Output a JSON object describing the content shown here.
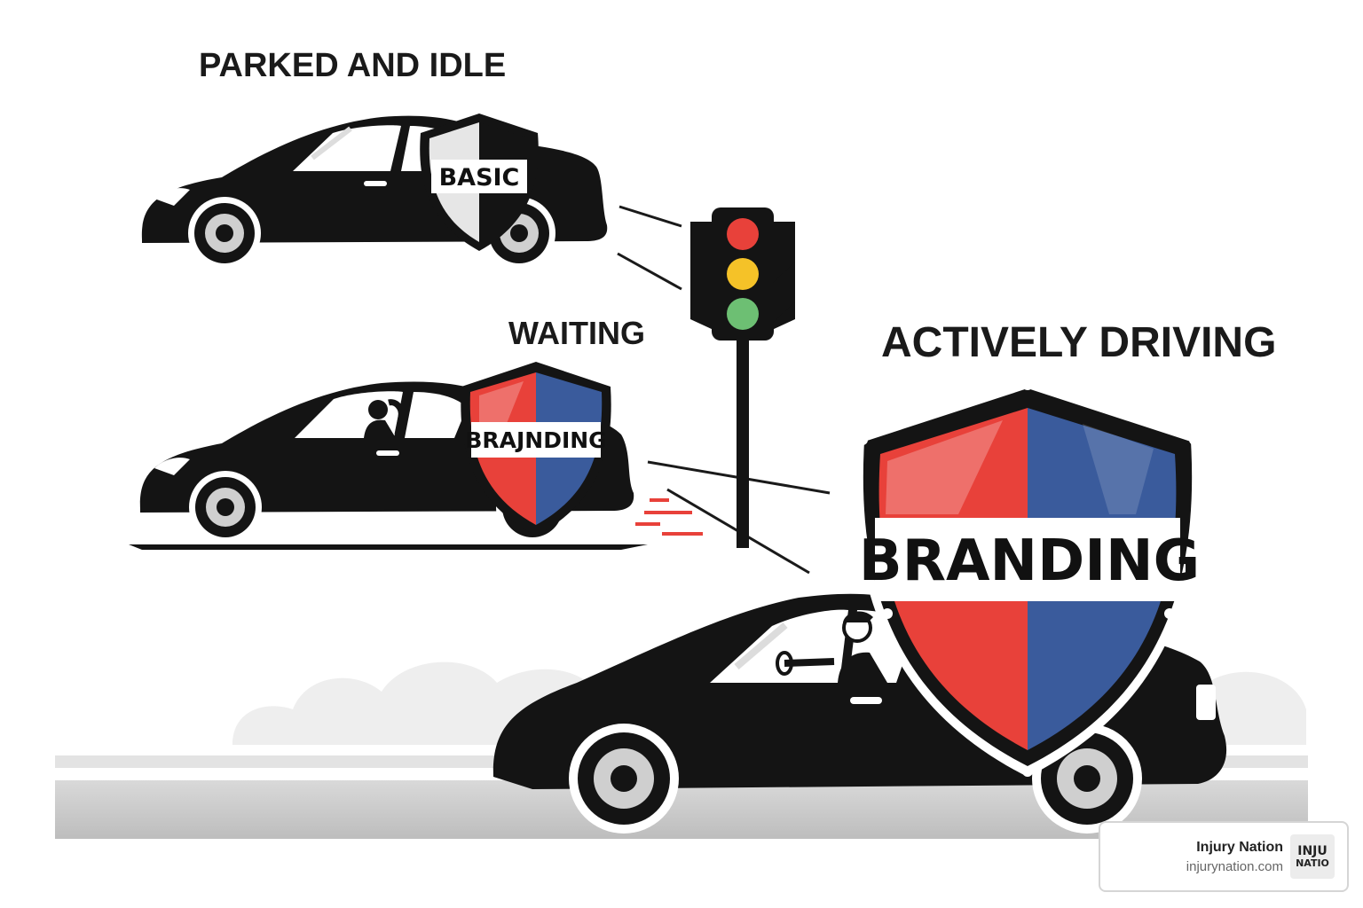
{
  "labels": {
    "parked": "PARKED AND IDLE",
    "waiting": "WAITING",
    "driving": "ACTIVELY DRIVING"
  },
  "shields": {
    "parked": "BASIC",
    "waiting": "BRAJNDING",
    "driving": "BRANDING"
  },
  "badge": {
    "name": "Injury Nation",
    "url": "injurynation.com",
    "logo_line1": "INJU",
    "logo_line2": "NATIO"
  },
  "colors": {
    "shield_red": "#e8413a",
    "shield_blue": "#3a5b9c",
    "car": "#141414",
    "light_red": "#e8413a",
    "light_yellow": "#f5c228",
    "light_green": "#6dbf73"
  },
  "icons": [
    "traffic-light-icon",
    "car-icon",
    "shield-icon",
    "driver-icon",
    "cloud-icon"
  ]
}
